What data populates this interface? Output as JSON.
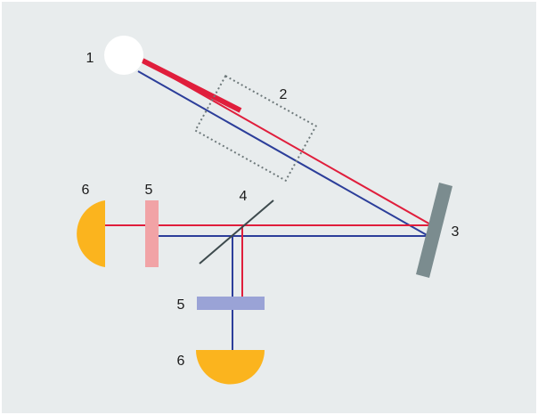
{
  "diagram": {
    "colors": {
      "background": "#e8eced",
      "frame": "#ffffff",
      "red_beam": "#e01e3c",
      "blue_beam": "#2c3e9a",
      "source": "#ffffff",
      "detector": "#fbb41e",
      "mirror": "#7b8c8f",
      "filter_horizontal": "#9aa3d6",
      "filter_vertical": "#f1a3a6",
      "splitter": "#3d4a4d",
      "sample_box": "#6f7a7c"
    },
    "labels": {
      "source": "1",
      "sample": "2",
      "mirror": "3",
      "beam_splitter": "4",
      "filter_left": "5",
      "filter_bottom": "5",
      "detector_left": "6",
      "detector_bottom": "6"
    }
  }
}
